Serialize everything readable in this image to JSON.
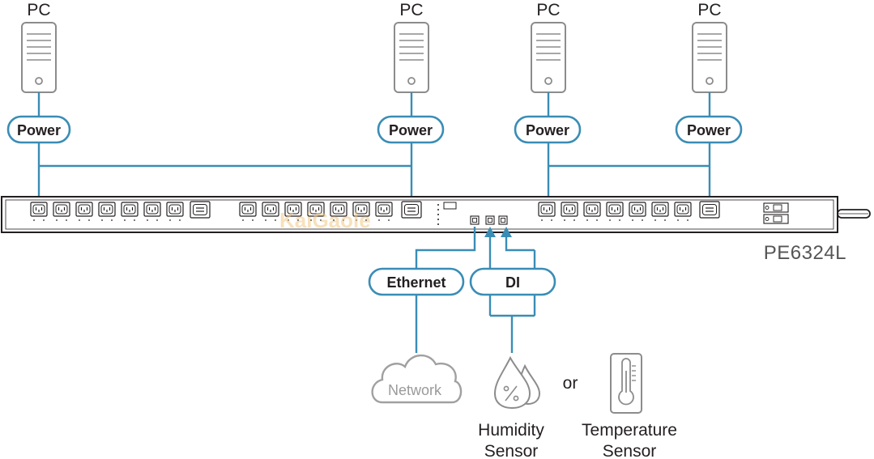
{
  "computers": [
    {
      "label": "PC",
      "connection": "Power"
    },
    {
      "label": "PC",
      "connection": "Power"
    },
    {
      "label": "PC",
      "connection": "Power"
    },
    {
      "label": "PC",
      "connection": "Power"
    }
  ],
  "pdu": {
    "model": "PE6324L",
    "watermark": "KaiGaole"
  },
  "ports": {
    "ethernet": "Ethernet",
    "di": "DI"
  },
  "network": {
    "label": "Network"
  },
  "sensors": {
    "humidity": {
      "line1": "Humidity",
      "line2": "Sensor"
    },
    "or": "or",
    "temperature": {
      "line1": "Temperature",
      "line2": "Sensor"
    }
  },
  "colors": {
    "connection_line": "#3a8db5",
    "device_outline": "#8c8c8c",
    "text": "#231f20"
  }
}
